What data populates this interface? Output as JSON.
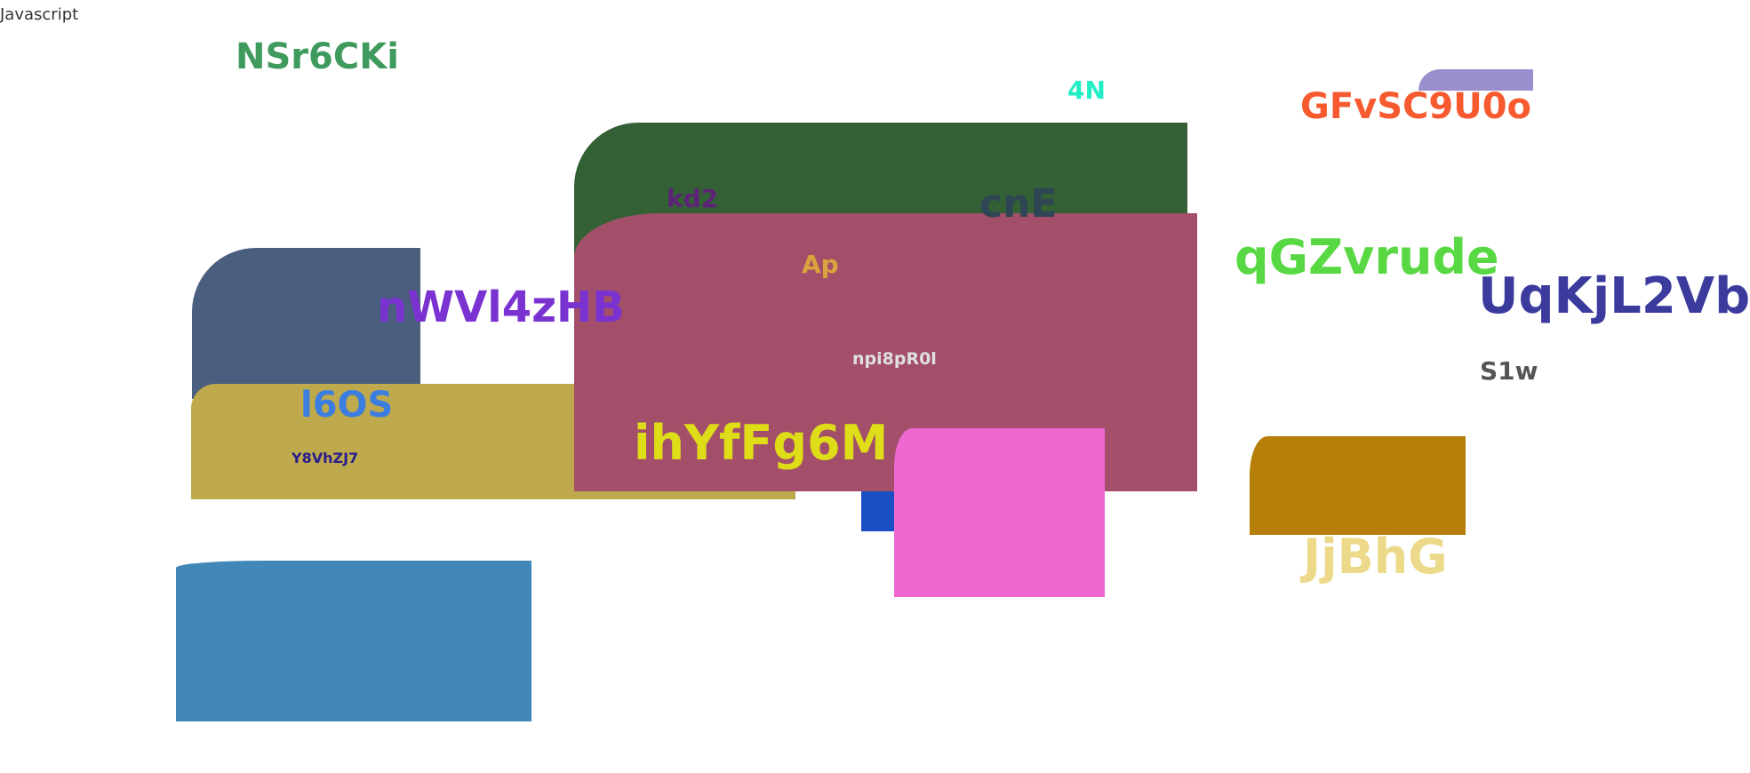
{
  "corner_text": "Javascript",
  "labels": {
    "nsr6cki": "NSr6CKi",
    "n4": "4N",
    "gfvsc": "GFvSC9U0o",
    "kd2": "kd2",
    "cne": "cnE",
    "ap": "Ap",
    "qgzvrude": "qGZvrude",
    "uqkjl2vb": "UqKjL2Vb",
    "nwvl4zhb": "nWVl4zHB",
    "npi8pr0l": "npi8pR0l",
    "s1w": "S1w",
    "l6os": "l6OS",
    "y8vhzj7": "Y8VhZJ7",
    "ihyffg6m": "ihYfFg6M",
    "jjbhg": "JjBhG"
  },
  "colors": {
    "dark_green": "#336135",
    "rose": "#a34f6a",
    "slate": "#4a5f7e",
    "olive_gold": "#bea94d",
    "steel_blue": "#4187b7",
    "royal_blue": "#1a4fc4",
    "pink": "#ef68cf",
    "amber": "#b57f09",
    "lavender": "#9b8ecc"
  }
}
